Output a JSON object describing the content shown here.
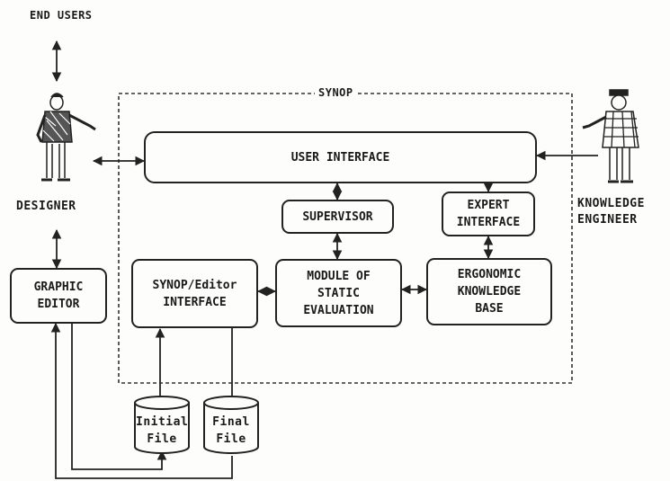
{
  "labels": {
    "end_users": "END USERS",
    "designer": "DESIGNER",
    "knowledge_engineer": "KNOWLEDGE\nENGINEER",
    "synop": "SYNOP"
  },
  "boxes": {
    "user_interface": "USER INTERFACE",
    "supervisor": "SUPERVISOR",
    "expert_interface": "EXPERT\nINTERFACE",
    "graphic_editor": "GRAPHIC\nEDITOR",
    "synop_editor_interface": "SYNOP/Editor\nINTERFACE",
    "module_static_evaluation": "MODULE OF\nSTATIC\nEVALUATION",
    "ergonomic_kb": "ERGONOMIC\nKNOWLEDGE\nBASE"
  },
  "files": {
    "initial": "Initial\nFile",
    "final": "Final\nFile"
  },
  "icons": {
    "designer": "person-pointing-icon",
    "knowledge_engineer": "person-with-cap-icon"
  }
}
